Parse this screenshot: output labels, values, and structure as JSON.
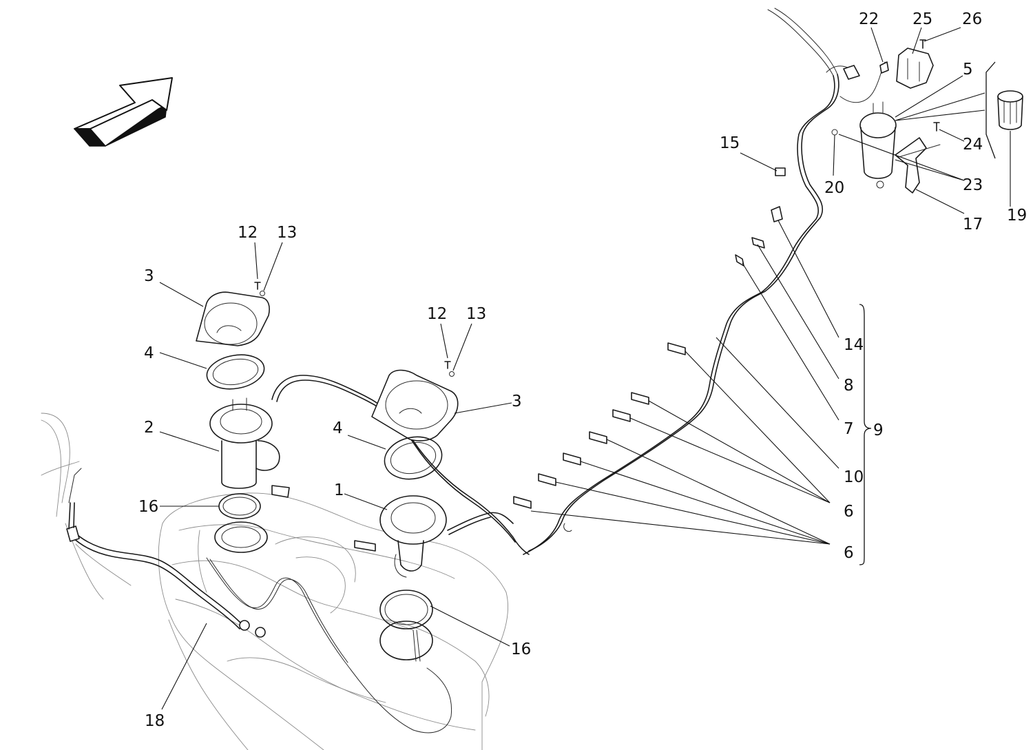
{
  "diagram": {
    "callouts": [
      "1",
      "2",
      "3",
      "3",
      "4",
      "4",
      "5",
      "6",
      "6",
      "7",
      "8",
      "9",
      "10",
      "12",
      "12",
      "13",
      "13",
      "14",
      "15",
      "16",
      "16",
      "17",
      "18",
      "19",
      "20",
      "22",
      "23",
      "24",
      "25",
      "26"
    ]
  }
}
